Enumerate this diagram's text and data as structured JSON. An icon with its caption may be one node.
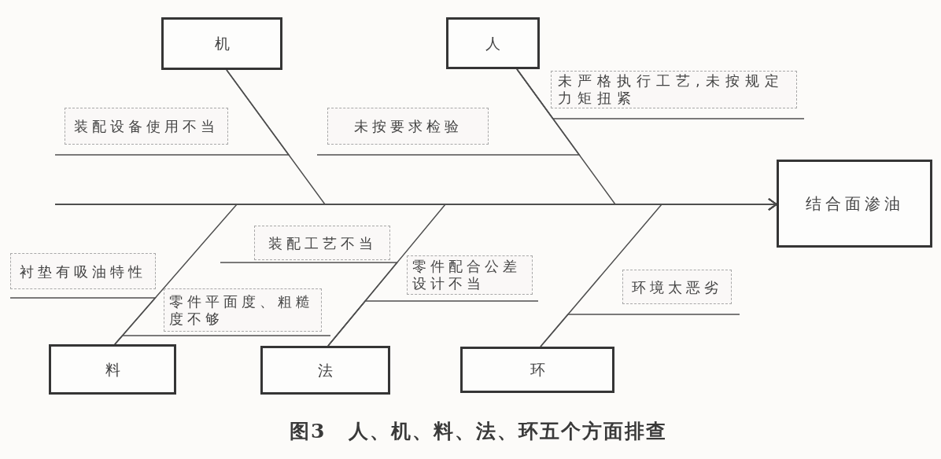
{
  "diagram": {
    "caption": "图3 人、机、料、法、环五个方面排查",
    "nodes": [
      {
        "text": [
          "机"
        ]
      },
      {
        "text": [
          "人"
        ]
      },
      {
        "text": [
          "结合面渗油"
        ]
      },
      {
        "text": [
          "料"
        ]
      },
      {
        "text": [
          "法"
        ]
      },
      {
        "text": [
          "环"
        ]
      },
      {
        "text": [
          "装配设备使用不当"
        ]
      },
      {
        "text": [
          "未按要求检验"
        ]
      },
      {
        "text": [
          "未严格执行工艺,未按规定力矩扭紧"
        ]
      },
      {
        "text": [
          "衬垫有吸油特性"
        ]
      },
      {
        "text": [
          "零件平面度、粗糙度不够"
        ]
      },
      {
        "text": [
          "装配工艺不当"
        ]
      },
      {
        "text": [
          "零件配合公差设计不当"
        ]
      },
      {
        "text": [
          "环境太恶劣"
        ]
      }
    ],
    "edges": [
      {
        "from": 0,
        "to": 2,
        "arrow": "to"
      },
      {
        "from": 1,
        "to": 2,
        "arrow": "to"
      },
      {
        "from": 3,
        "to": 2,
        "arrow": "to"
      },
      {
        "from": 4,
        "to": 2,
        "arrow": "to"
      },
      {
        "from": 5,
        "to": 2,
        "arrow": "to"
      },
      {
        "from": null,
        "to": 2,
        "arrow": "to"
      },
      {
        "from": 6,
        "to": 0,
        "arrow": "none"
      },
      {
        "from": 7,
        "to": 1,
        "arrow": "none"
      },
      {
        "from": 8,
        "to": 1,
        "arrow": "none"
      },
      {
        "from": 9,
        "to": 3,
        "arrow": "none"
      },
      {
        "from": 10,
        "to": 3,
        "arrow": "none"
      },
      {
        "from": 11,
        "to": 4,
        "arrow": "none"
      },
      {
        "from": 12,
        "to": 4,
        "arrow": "none"
      },
      {
        "from": 13,
        "to": 5,
        "arrow": "none"
      }
    ]
  }
}
